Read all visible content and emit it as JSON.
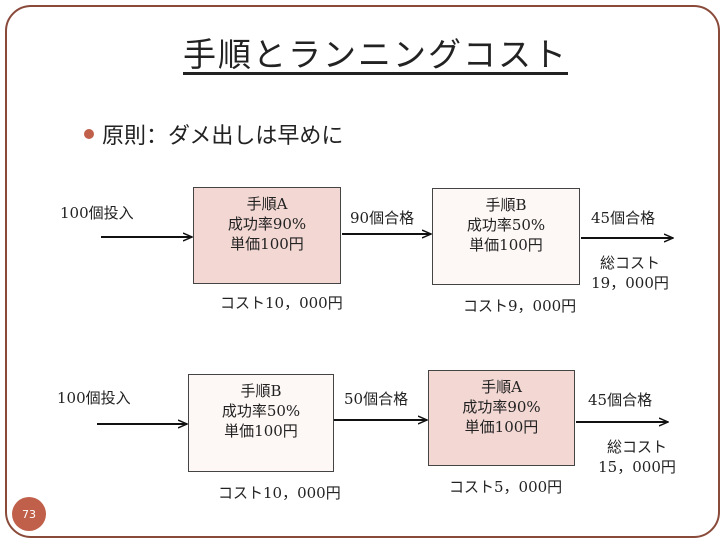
{
  "slide": {
    "title": "手順とランニングコスト",
    "bullet": "原則：ダメ出しは早めに",
    "page_number": "73"
  },
  "flow1": {
    "input_label": "100個投入",
    "box1": {
      "name": "手順A",
      "rate": "成功率90%",
      "unit_price": "単価100円",
      "cost": "コスト10，000円"
    },
    "pass_label": "90個合格",
    "box2": {
      "name": "手順B",
      "rate": "成功率50%",
      "unit_price": "単価100円",
      "cost": "コスト9，000円"
    },
    "output_label": "45個合格",
    "total_label": "総コスト",
    "total_value": "19，000円"
  },
  "flow2": {
    "input_label": "100個投入",
    "box1": {
      "name": "手順B",
      "rate": "成功率50%",
      "unit_price": "単価100円",
      "cost": "コスト10，000円"
    },
    "pass_label": "50個合格",
    "box2": {
      "name": "手順A",
      "rate": "成功率90%",
      "unit_price": "単価100円",
      "cost": "コスト5，000円"
    },
    "output_label": "45個合格",
    "total_label": "総コスト",
    "total_value": "15，000円"
  },
  "colors": {
    "accent": "#c0604a",
    "pink_box": "#f2d7d3",
    "cream_box": "#fdf8f5",
    "frame": "#8a4a3a"
  }
}
